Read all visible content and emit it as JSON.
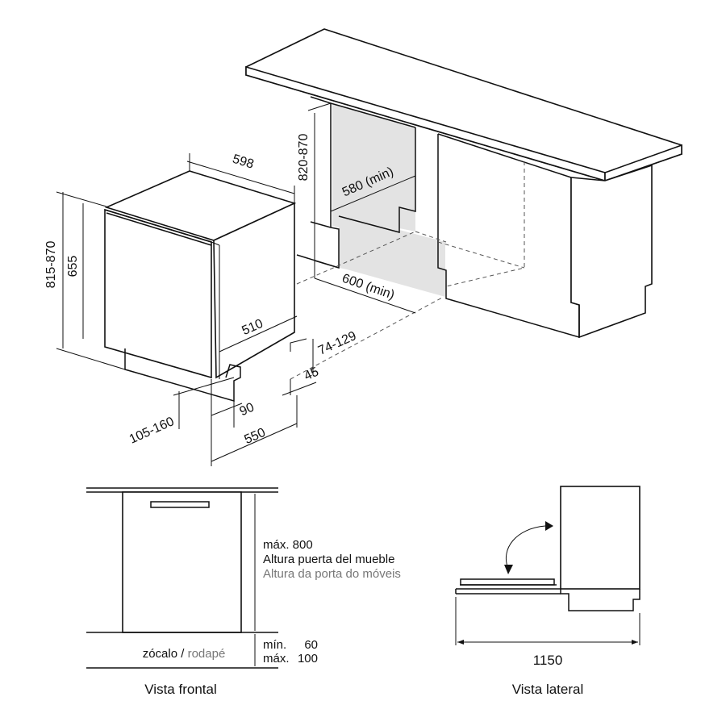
{
  "top_dims": {
    "width": "598",
    "height_total": "815-870",
    "height_body": "655",
    "depth": "550",
    "inner_depth": "510",
    "plinth_a": "105-160",
    "plinth_b": "90",
    "plinth_c": "45",
    "plinth_d": "74-129",
    "niche_height": "820-870",
    "niche_depth": "580 (min)",
    "niche_width": "600 (min)"
  },
  "front_view": {
    "max_label": "máx. 800",
    "door_height_es": "Altura puerta del mueble",
    "door_height_pt": "Altura da porta do móveis",
    "plinth_word_es": "zócalo",
    "plinth_sep": " / ",
    "plinth_word_pt": "rodapé",
    "min_label": "mín.",
    "min_value": "60",
    "max_label2": "máx.",
    "max_value2": "100",
    "caption": "Vista frontal"
  },
  "side_view": {
    "depth_value": "1150",
    "caption": "Vista lateral"
  }
}
